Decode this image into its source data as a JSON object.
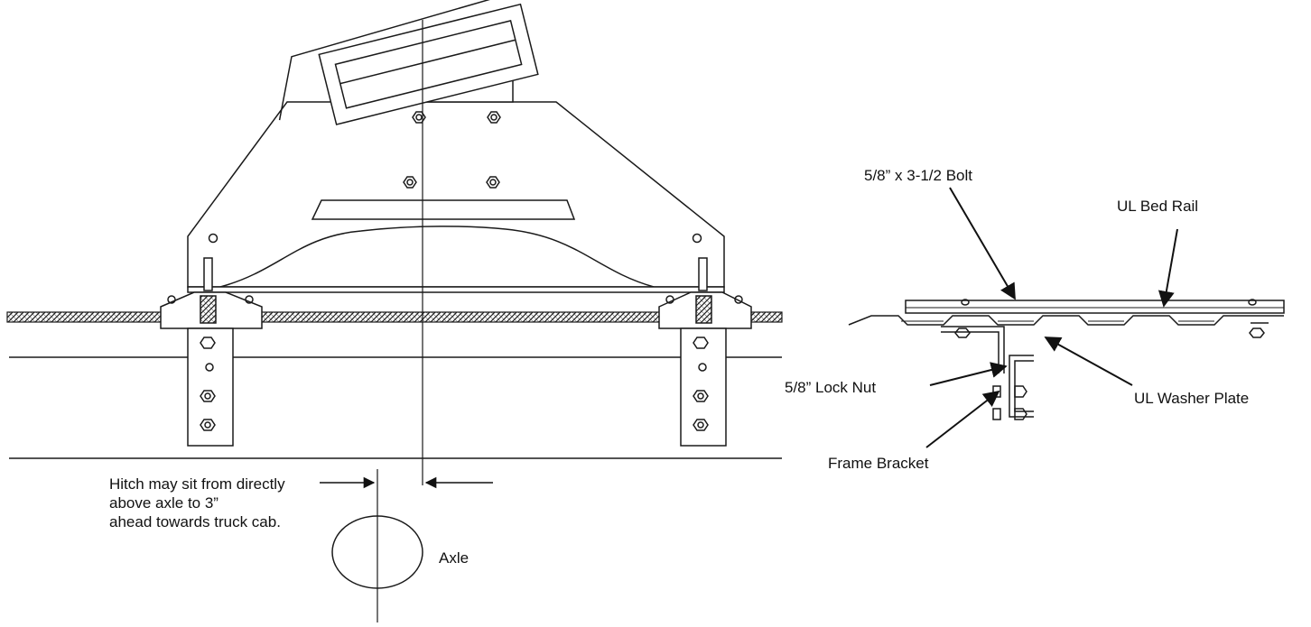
{
  "labels": {
    "hitch_note": [
      "Hitch may sit from directly",
      "above axle to 3”",
      "ahead towards truck cab."
    ],
    "axle": "Axle",
    "bolt": "5/8” x 3-1/2 Bolt",
    "bed_rail": "UL Bed Rail",
    "lock_nut": "5/8” Lock Nut",
    "washer_plate": "UL Washer Plate",
    "frame_bracket": "Frame Bracket"
  },
  "colors": {
    "line": "#1a1a1a",
    "background": "#ffffff",
    "text": "#111111"
  }
}
